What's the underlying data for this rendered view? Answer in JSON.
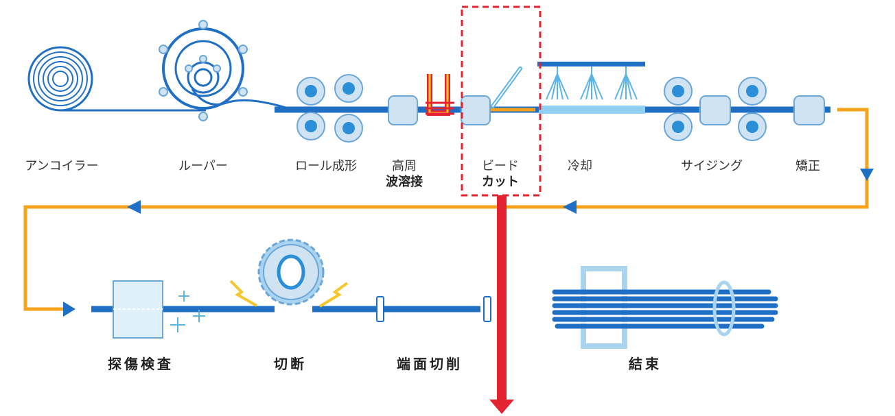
{
  "colors": {
    "line_blue": "#1f6fc4",
    "roll_fill": "#cfe3f2",
    "roll_core": "#2a8fd6",
    "welder_red": "#e3232f",
    "welder_yellow": "#f7c62b",
    "flow_orange": "#f6a21c",
    "highlight_red": "#e3232f",
    "water_blue": "#5bb4e6"
  },
  "stages_top": [
    {
      "id": "uncoiler",
      "label": "アンコイラー"
    },
    {
      "id": "looper",
      "label": "ルーパー"
    },
    {
      "id": "roll-forming",
      "label": "ロール成形"
    },
    {
      "id": "hf-welding",
      "label_line1": "高周",
      "label_line2": "波溶接"
    },
    {
      "id": "bead-cut",
      "label_line1": "ビード",
      "label_line2": "カット"
    },
    {
      "id": "cooling",
      "label": "冷却"
    },
    {
      "id": "sizing",
      "label": "サイジング"
    },
    {
      "id": "straightening",
      "label": "矯正"
    }
  ],
  "stages_bottom": [
    {
      "id": "flaw-inspection",
      "label": "探傷検査"
    },
    {
      "id": "cutting",
      "label": "切断"
    },
    {
      "id": "end-facing",
      "label": "端面切削"
    },
    {
      "id": "bundling",
      "label": "結束"
    }
  ],
  "icons": [
    "coil-icon",
    "looper-icon",
    "forming-roll-icon",
    "welder-coil-icon",
    "bead-cutter-icon",
    "water-spray-icon",
    "sizing-roll-icon",
    "straightener-icon",
    "inspection-box-icon",
    "saw-blade-icon",
    "end-facer-icon",
    "pipe-bundle-icon",
    "flow-arrow-icon",
    "highlight-arrow-icon"
  ]
}
